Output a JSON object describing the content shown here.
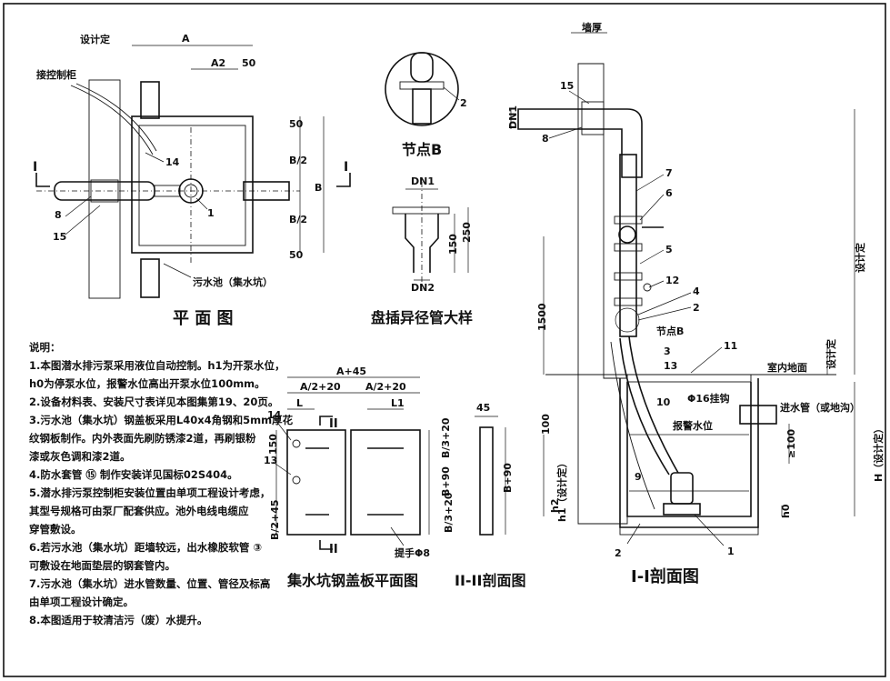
{
  "plan": {
    "title": "平 面 图",
    "dim_design": "设计定",
    "dim_A": "A",
    "dim_A2": "A2",
    "dim_50_top": "50",
    "dim_50_right_top": "50",
    "dim_50_right_bottom": "50",
    "dim_B2_top": "B/2",
    "dim_B2_bottom": "B/2",
    "dim_B": "B",
    "cabinet_label": "接控制柜",
    "pool_label": "污水池（集水坑）",
    "section_mark": "I",
    "callouts": [
      "14",
      "1",
      "8",
      "15"
    ]
  },
  "node_b": {
    "title": "节点B",
    "callout": "2"
  },
  "reducer": {
    "title": "盘插异径管大样",
    "dn1": "DN1",
    "dn2": "DN2",
    "dim_150": "150",
    "dim_250": "250"
  },
  "cover": {
    "title": "集水坑钢盖板平面图",
    "dim_A45": "A+45",
    "dim_A2_20_left": "A/2+20",
    "dim_A2_20_right": "A/2+20",
    "L": "L",
    "L1": "L1",
    "dim_150": "150",
    "dim_B2_45": "B/2+45",
    "dim_B3_20_top": "B/3+20",
    "dim_B90": "B+90",
    "dim_B3_20_bottom": "B/3+20",
    "section_mark": "II",
    "handle_label": "提手Φ8",
    "callouts": [
      "14",
      "13"
    ]
  },
  "section2": {
    "title": "II-II剖面图",
    "dim_45": "45",
    "dim_B90": "B+90"
  },
  "section1": {
    "title": "I-I剖面图",
    "wall_thickness": "墙厚",
    "dn1": "DN1",
    "dim_1500": "1500",
    "dim_design_right": "设计定",
    "dim_design_floor": "设计定",
    "floor_label": "室内地面",
    "hook_label": "Φ16挂钩",
    "inlet_label": "进水管（或地沟）",
    "alarm_label": "报警水位",
    "dim_100": "100",
    "dim_ge100": "≥100",
    "dim_H": "H（设计定）",
    "dim_h1": "h1（设计定）",
    "dim_h2": "h2",
    "dim_h0": "h0",
    "node_b_ref": "节点B",
    "callouts": [
      "15",
      "8",
      "7",
      "6",
      "5",
      "12",
      "4",
      "2",
      "3",
      "13",
      "11",
      "10",
      "9",
      "2",
      "1"
    ]
  },
  "notes": {
    "heading": "说明：",
    "lines": [
      "1.本图潜水排污泵采用液位自动控制。h1为开泵水位，",
      "   h0为停泵水位，报警水位高出开泵水位100mm。",
      "2.设备材料表、安装尺寸表详见本图集第19、20页。",
      "3.污水池（集水坑）钢盖板采用L40x4角钢和5mm厚花",
      "   纹钢板制作。内外表面先刷防锈漆2道，再刷银粉",
      "   漆或灰色调和漆2道。",
      "4.防水套管 ⑮ 制作安装详见国标02S404。",
      "5.潜水排污泵控制柜安装位置由单项工程设计考虑，",
      "   其型号规格可由泵厂配套供应。池外电线电缆应",
      "   穿管敷设。",
      "6.若污水池（集水坑）距墙较远，出水橡胶软管 ③",
      "   可敷设在地面垫层的钢套管内。",
      "7.污水池（集水坑）进水管数量、位置、管径及标高",
      "   由单项工程设计确定。",
      "8.本图适用于较清洁污（废）水提升。"
    ]
  }
}
